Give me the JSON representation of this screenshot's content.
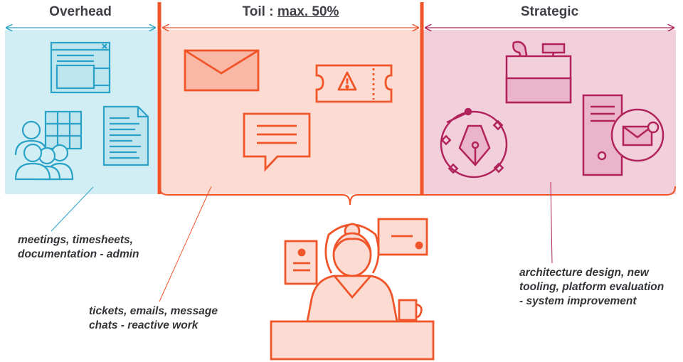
{
  "columns": [
    {
      "id": "overhead",
      "title": "Overhead",
      "color": "#2ba3c7",
      "fill": "#d2eef5"
    },
    {
      "id": "toil",
      "title": "Toil : ",
      "title_emphasis": "max. 50%",
      "color": "#f0552a",
      "fill": "#fcdcd2"
    },
    {
      "id": "strategic",
      "title": "Strategic",
      "color": "#b1235a",
      "fill": "#f1d0dc"
    }
  ],
  "notes": {
    "overhead": [
      "meetings, timesheets,",
      "documentation - admin"
    ],
    "toil": [
      "tickets, emails, message",
      "chats - reactive work"
    ],
    "strategic": [
      "architecture design, new",
      "tooling, platform evaluation",
      "- system improvement"
    ]
  },
  "icons": {
    "overhead": [
      "browser-window-icon",
      "calendar-grid-icon",
      "people-group-icon",
      "document-icon"
    ],
    "toil": [
      "envelope-icon",
      "warning-ticket-icon",
      "chat-bubble-icon"
    ],
    "strategic": [
      "toolbox-icon",
      "pen-tool-icon",
      "server-mail-icon"
    ],
    "center": [
      "person-at-desk-icon"
    ]
  }
}
